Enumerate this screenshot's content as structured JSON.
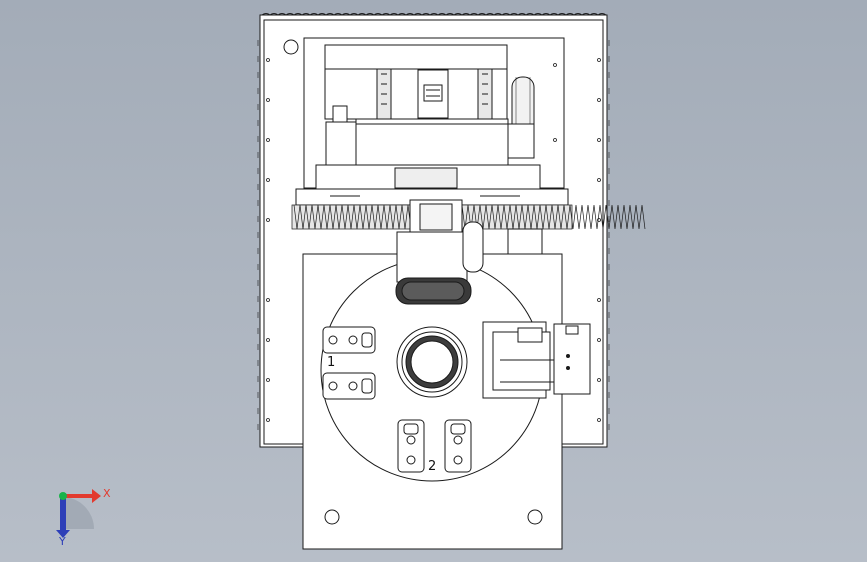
{
  "drawing": {
    "labels": {
      "mark_1": "1",
      "mark_2": "2"
    },
    "triad": {
      "x_label": "X",
      "y_label": "Y",
      "x_color": "#e23a2e",
      "y_color": "#2d3fb8",
      "z_color": "#19b34a"
    },
    "colors": {
      "line": "#1a1a1a",
      "paper": "#ffffff",
      "background": "#aab2bd"
    }
  }
}
